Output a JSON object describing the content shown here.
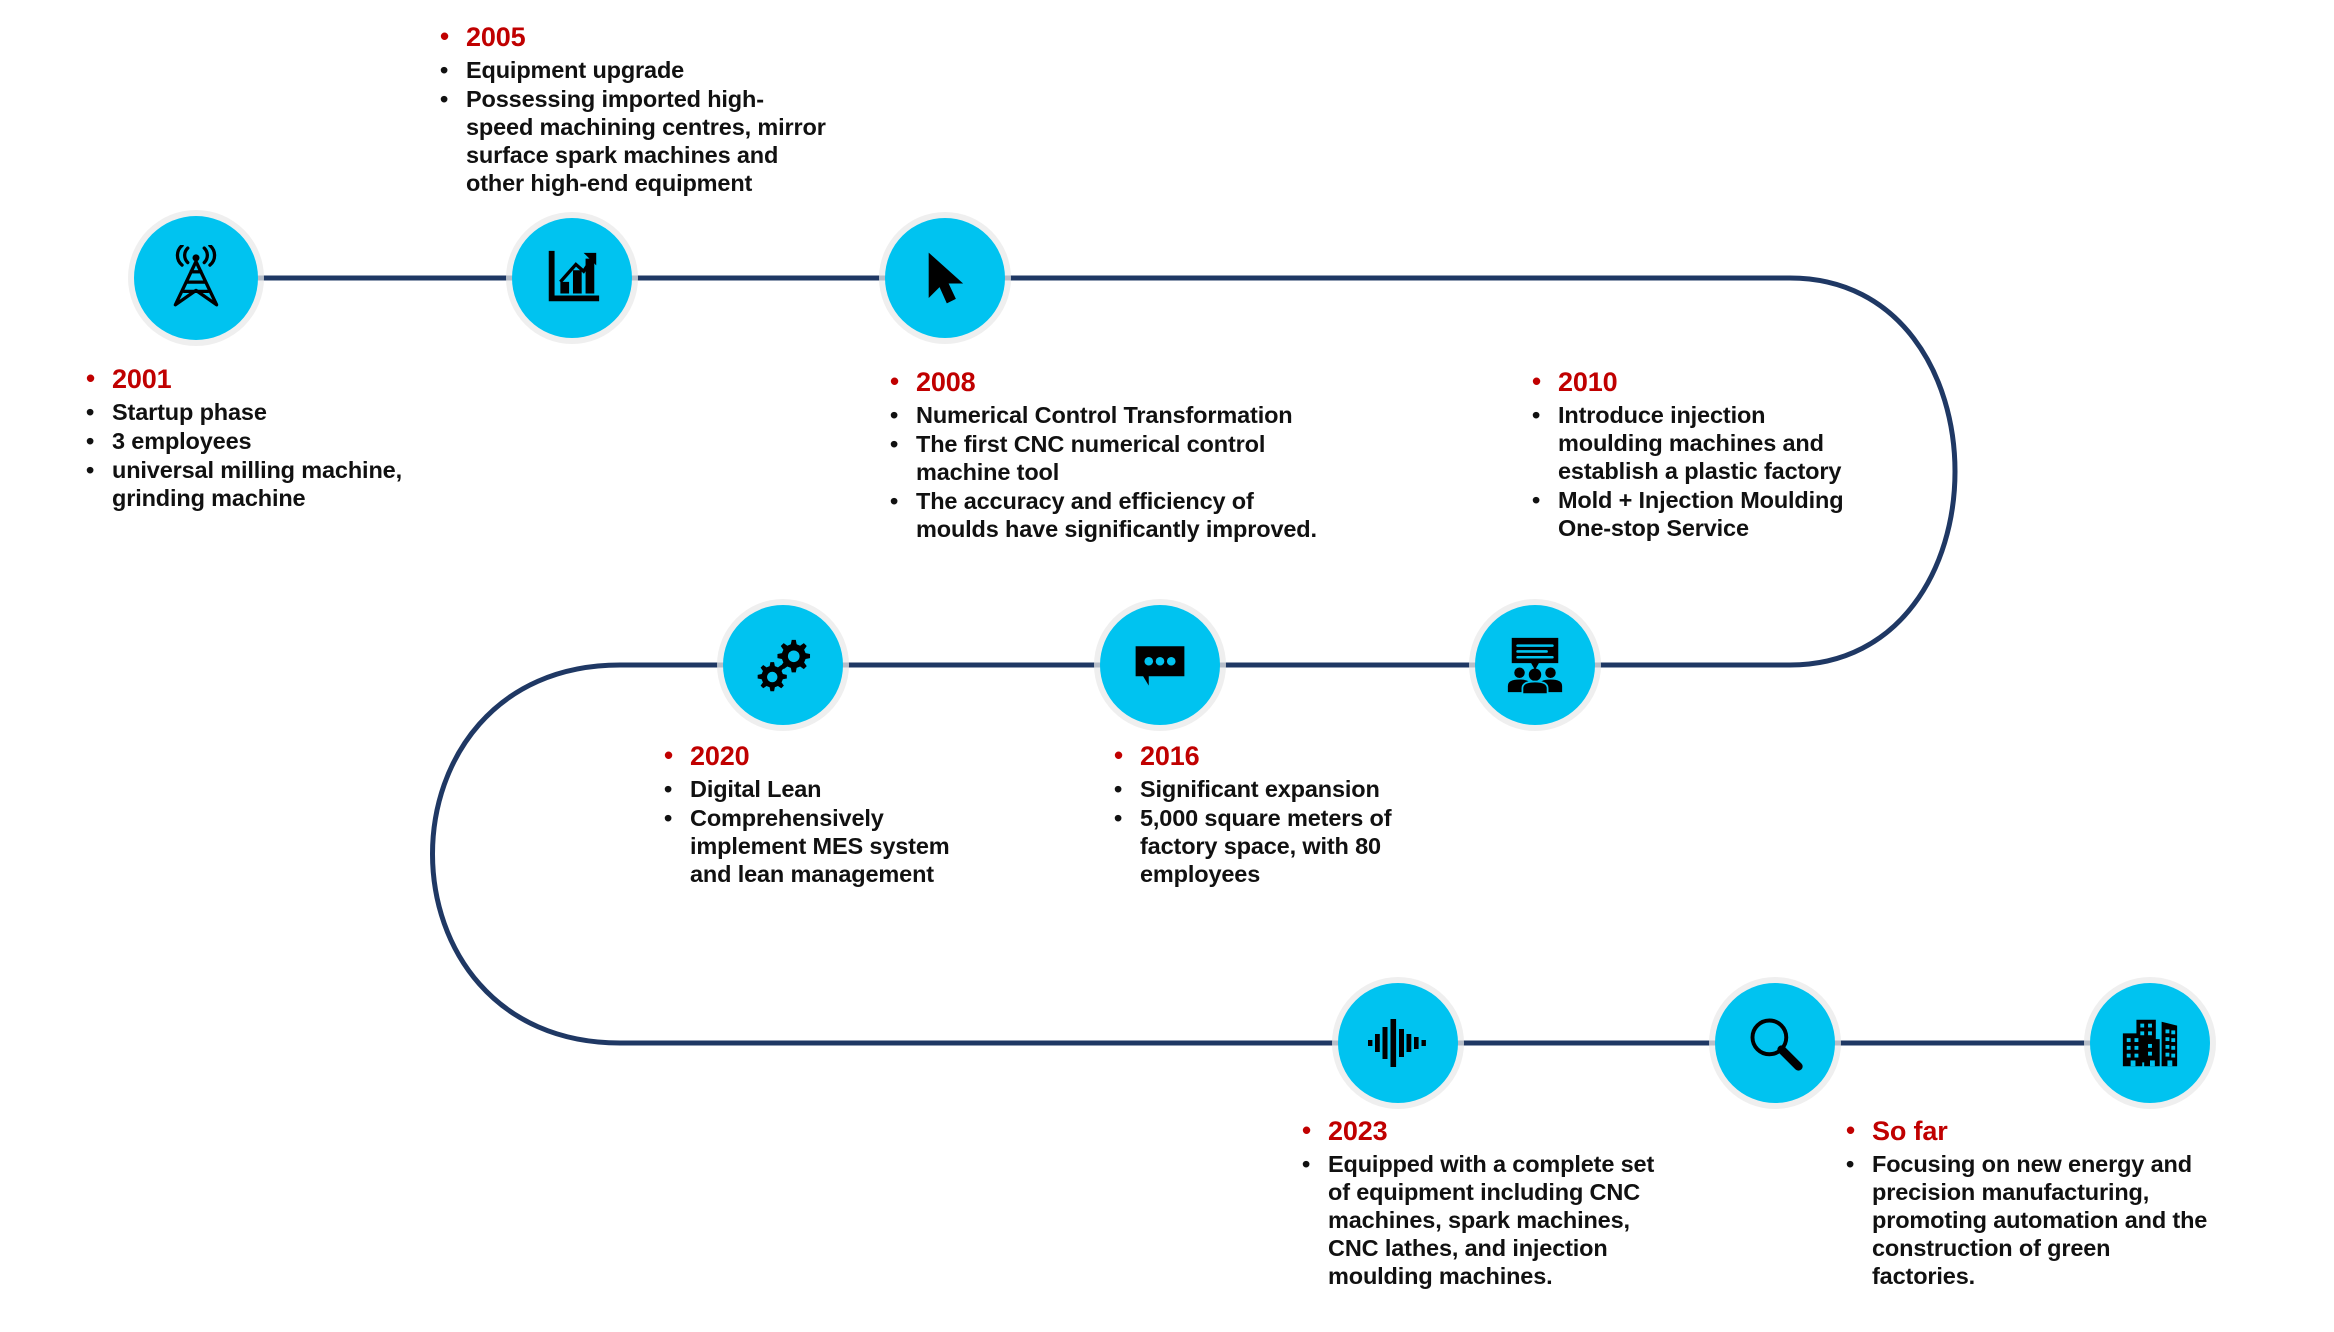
{
  "diagram": {
    "title": "Company development history timeline",
    "colors": {
      "node_fill": "#00c3f0",
      "node_ring": "#e9e9e9",
      "connector": "#1f3864",
      "year_text": "#c00000",
      "body_text": "#111111",
      "background": "#ffffff"
    },
    "bullet_glyph": "•"
  },
  "nodes": [
    {
      "id": "n2001",
      "icon": "broadcast-tower-icon",
      "year": "2001"
    },
    {
      "id": "n2005",
      "icon": "bar-chart-growth-icon",
      "year": "2005"
    },
    {
      "id": "n2008",
      "icon": "mouse-cursor-icon",
      "year": "2008"
    },
    {
      "id": "n2010",
      "icon": "presentation-meeting-icon",
      "year": "2010"
    },
    {
      "id": "n2016",
      "icon": "chat-bubble-icon",
      "year": "2016"
    },
    {
      "id": "n2020",
      "icon": "gears-icon",
      "year": "2020"
    },
    {
      "id": "n2023",
      "icon": "sound-waveform-icon",
      "year": "2023"
    },
    {
      "id": "nsearch",
      "icon": "magnifier-icon",
      "year": "So far"
    },
    {
      "id": "ncity",
      "icon": "city-buildings-icon",
      "year": "So far"
    }
  ],
  "milestones": {
    "y2001": {
      "year": "2001",
      "points": [
        "Startup phase",
        "3 employees",
        "universal milling machine, grinding machine"
      ]
    },
    "y2005": {
      "year": "2005",
      "points": [
        "Equipment upgrade",
        "Possessing imported high-speed machining centres, mirror surface spark machines and other high-end equipment"
      ]
    },
    "y2008": {
      "year": "2008",
      "points": [
        "Numerical Control Transformation",
        "The first CNC numerical control machine tool",
        "The accuracy and efficiency of moulds have significantly improved."
      ]
    },
    "y2010": {
      "year": "2010",
      "points": [
        "Introduce injection moulding machines and establish a plastic factory",
        "Mold + Injection Moulding One-stop Service"
      ]
    },
    "y2020": {
      "year": "2020",
      "points": [
        "Digital Lean",
        "Comprehensively implement MES system and lean management"
      ]
    },
    "y2016": {
      "year": "2016",
      "points": [
        "Significant expansion",
        "5,000 square meters of factory space, with 80 employees"
      ]
    },
    "y2023": {
      "year": "2023",
      "points": [
        "Equipped with a complete set of equipment including CNC machines, spark machines, CNC lathes, and injection moulding machines."
      ]
    },
    "sofar": {
      "year": "So far",
      "points": [
        "Focusing on new energy and precision manufacturing, promoting automation and the construction of green factories."
      ]
    }
  }
}
